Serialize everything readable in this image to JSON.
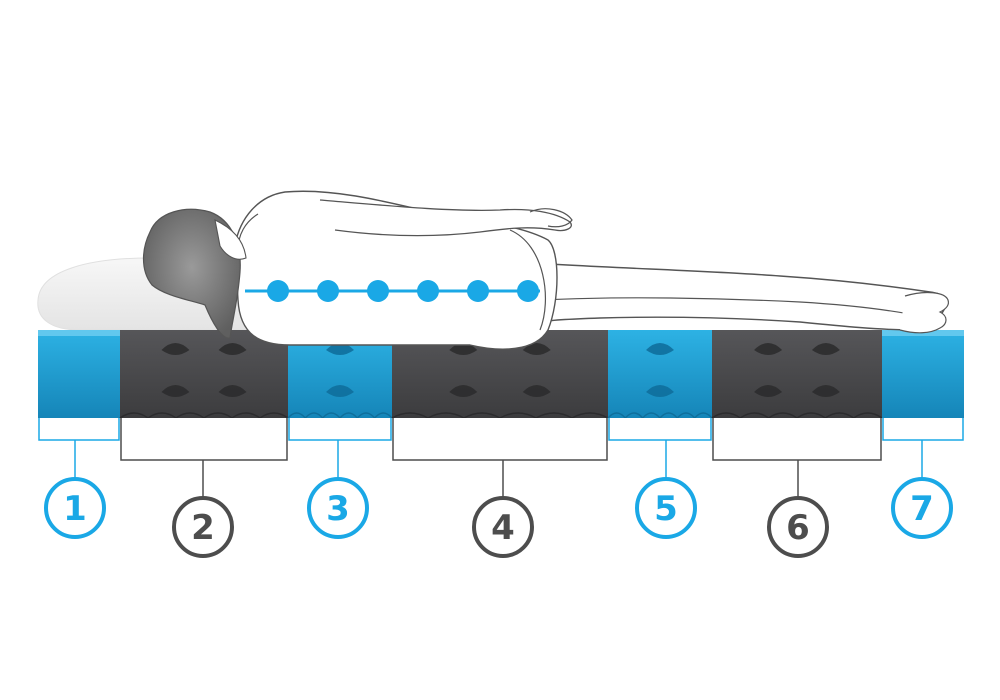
{
  "colors": {
    "blue": "#1b9fd5",
    "blue_light": "#4fc3ec",
    "dark": "#4a4a4c",
    "dark_light": "#6a6a6d",
    "outline": "#555555",
    "marker_blue": "#1aa8e6",
    "marker_dark": "#4d4d4d",
    "skin": "#ffffff",
    "hair": "#7a7a7a",
    "pillow": "#f0f0f0"
  },
  "zones": [
    {
      "label": "1",
      "color": "blue"
    },
    {
      "label": "2",
      "color": "dark"
    },
    {
      "label": "3",
      "color": "blue"
    },
    {
      "label": "4",
      "color": "dark"
    },
    {
      "label": "5",
      "color": "blue"
    },
    {
      "label": "6",
      "color": "dark"
    },
    {
      "label": "7",
      "color": "blue"
    }
  ],
  "spine": {
    "vertebrae_count": 6
  }
}
